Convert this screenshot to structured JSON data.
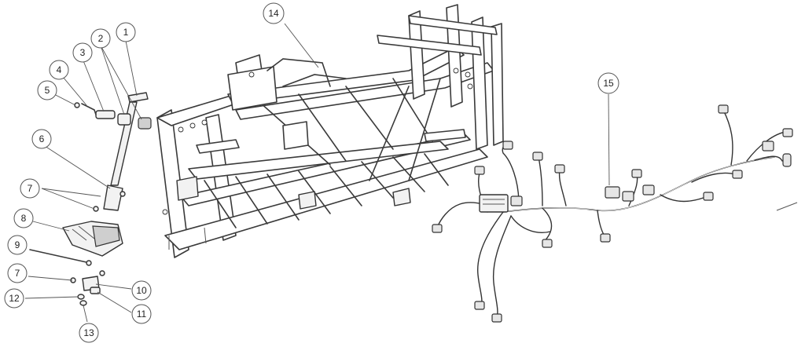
{
  "diagram": {
    "callouts": [
      {
        "id": "c1",
        "label": "1"
      },
      {
        "id": "c2",
        "label": "2"
      },
      {
        "id": "c3",
        "label": "3"
      },
      {
        "id": "c4",
        "label": "4"
      },
      {
        "id": "c5",
        "label": "5"
      },
      {
        "id": "c6",
        "label": "6"
      },
      {
        "id": "c7a",
        "label": "7"
      },
      {
        "id": "c8",
        "label": "8"
      },
      {
        "id": "c9",
        "label": "9"
      },
      {
        "id": "c7b",
        "label": "7"
      },
      {
        "id": "c10",
        "label": "10"
      },
      {
        "id": "c11",
        "label": "11"
      },
      {
        "id": "c12",
        "label": "12"
      },
      {
        "id": "c13",
        "label": "13"
      },
      {
        "id": "c14",
        "label": "14"
      },
      {
        "id": "c15",
        "label": "15"
      }
    ]
  }
}
